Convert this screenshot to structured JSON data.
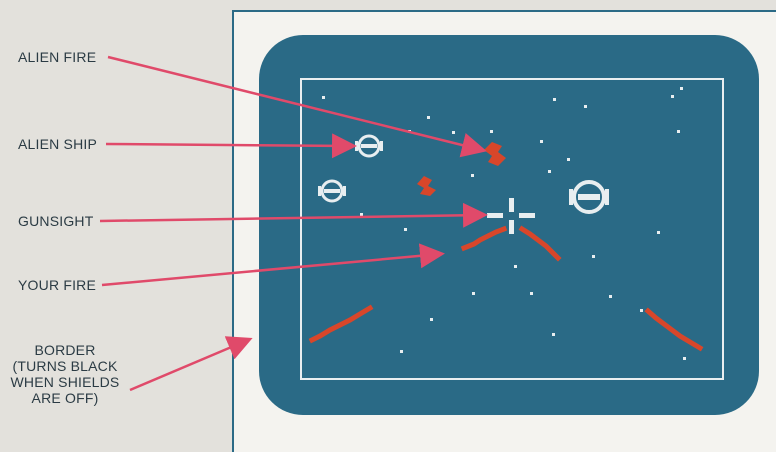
{
  "labels": {
    "alien_fire": "ALIEN FIRE",
    "alien_ship": "ALIEN SHIP",
    "gunsight": "GUNSIGHT",
    "your_fire": "YOUR FIRE",
    "border_line1": "BORDER",
    "border_line2": "(TURNS BLACK",
    "border_line3": "WHEN SHIELDS",
    "border_line4": "ARE OFF)"
  },
  "colors": {
    "screen": "#2a6a86",
    "fire": "#d8462a",
    "ship": "#e8eef0",
    "arrow": "#e04a6a",
    "label_text": "#2b3b44"
  },
  "icons": {
    "alien_ship": "alien-ship-icon",
    "gunsight": "crosshair-icon",
    "alien_fire": "alien-fire-icon"
  }
}
